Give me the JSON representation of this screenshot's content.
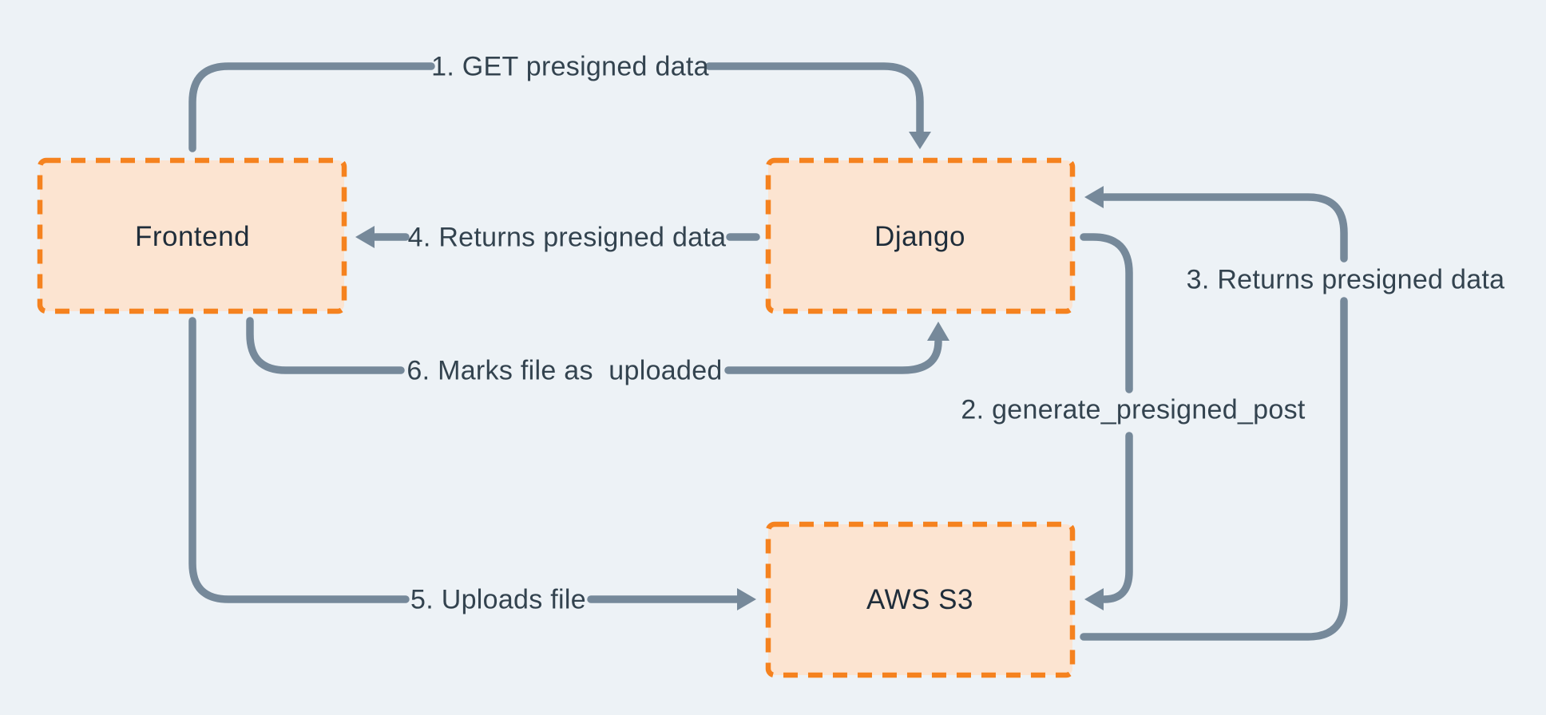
{
  "diagram": {
    "background_color": "#EDF2F6",
    "connector_color": "#76899A",
    "node_border_color": "#F5821F",
    "node_fill_color": "#FCE4D1",
    "nodes": [
      {
        "id": "frontend",
        "label": "Frontend"
      },
      {
        "id": "django",
        "label": "Django"
      },
      {
        "id": "aws-s3",
        "label": "AWS S3"
      }
    ],
    "edges": [
      {
        "id": "1",
        "label": "1. GET presigned data",
        "from": "Frontend",
        "to": "Django"
      },
      {
        "id": "2",
        "label": "2. generate_presigned_post",
        "from": "Django",
        "to": "AWS S3"
      },
      {
        "id": "3",
        "label": "3. Returns presigned data",
        "from": "AWS S3",
        "to": "Django"
      },
      {
        "id": "4",
        "label": "4. Returns presigned data",
        "from": "Django",
        "to": "Frontend"
      },
      {
        "id": "5",
        "label": "5. Uploads file",
        "from": "Frontend",
        "to": "AWS S3"
      },
      {
        "id": "6",
        "label": "6. Marks file as  uploaded",
        "from": "Frontend",
        "to": "Django"
      }
    ]
  }
}
